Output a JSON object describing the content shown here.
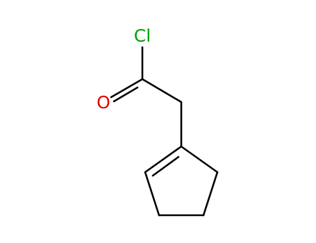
{
  "structure": {
    "atoms": [
      {
        "id": "Cl",
        "label": "Cl",
        "color": "#00a000"
      },
      {
        "id": "O",
        "label": "O",
        "color": "#e00000"
      }
    ],
    "bond_color": "#000000"
  }
}
